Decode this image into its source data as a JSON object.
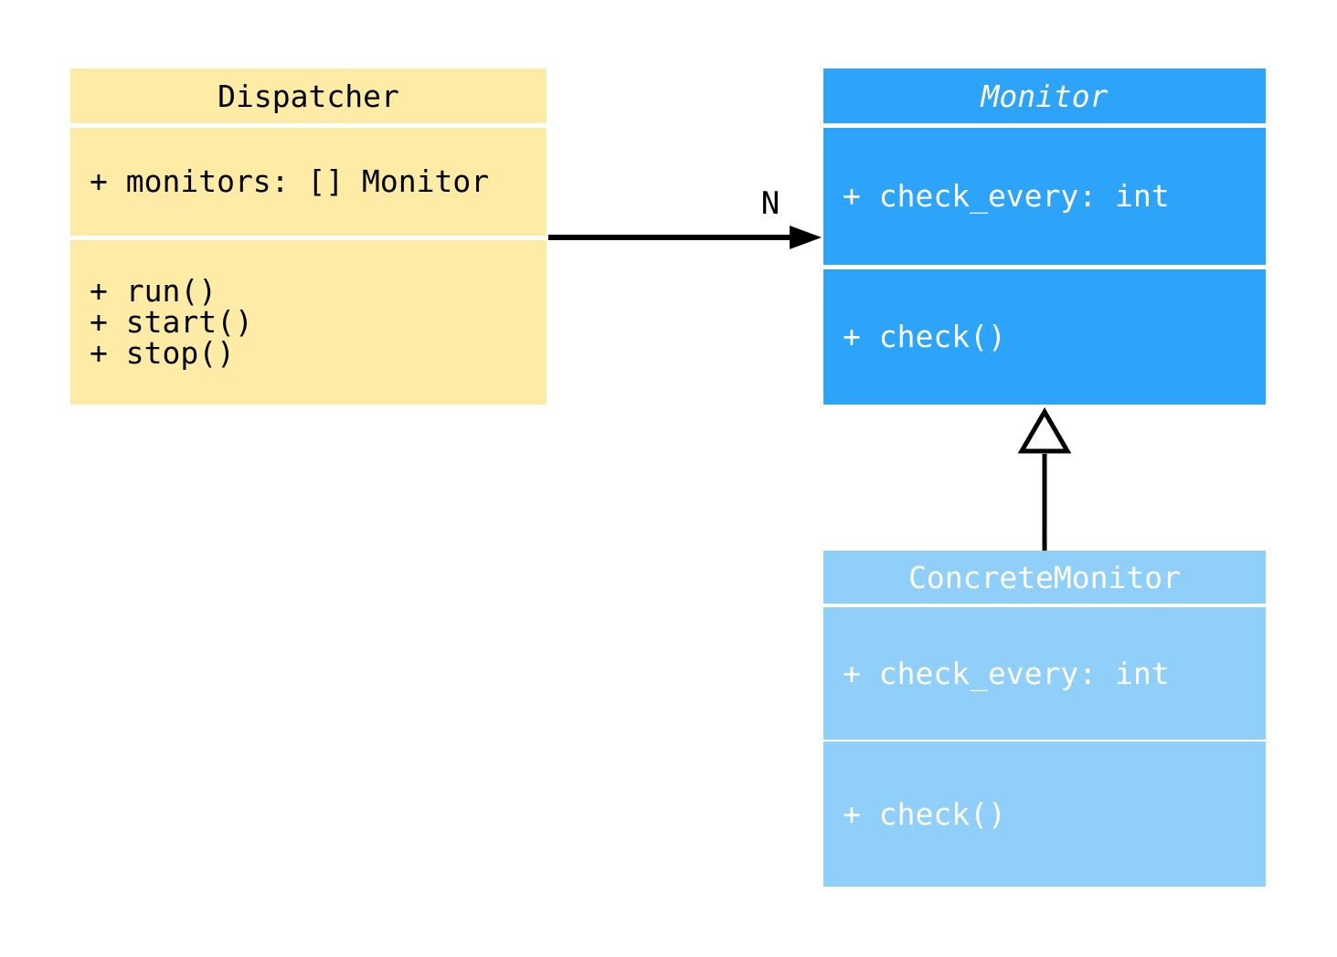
{
  "diagram": {
    "type": "uml-class-diagram",
    "background_color": "#FFFFFF",
    "classes": [
      {
        "name": "Dispatcher",
        "abstract": false,
        "fill": "#FDEBA6",
        "text_color": "#000000",
        "attributes": [
          "+ monitors: [] Monitor"
        ],
        "methods": [
          "+ run()",
          "+ start()",
          "+ stop()"
        ]
      },
      {
        "name": "Monitor",
        "abstract": true,
        "fill": "#2EA3FA",
        "text_color": "#FFFFFF",
        "attributes": [
          "+ check_every: int"
        ],
        "methods": [
          "+ check()"
        ]
      },
      {
        "name": "ConcreteMonitor",
        "abstract": false,
        "fill": "#90CFFA",
        "text_color": "#FFFFFF",
        "attributes": [
          "+ check_every: int"
        ],
        "methods": [
          "+ check()"
        ]
      }
    ],
    "relations": [
      {
        "type": "association",
        "from": "Dispatcher",
        "to": "Monitor",
        "label": "N",
        "line_color": "#000000"
      },
      {
        "type": "generalization",
        "from": "ConcreteMonitor",
        "to": "Monitor",
        "label": "",
        "line_color": "#000000"
      }
    ]
  }
}
